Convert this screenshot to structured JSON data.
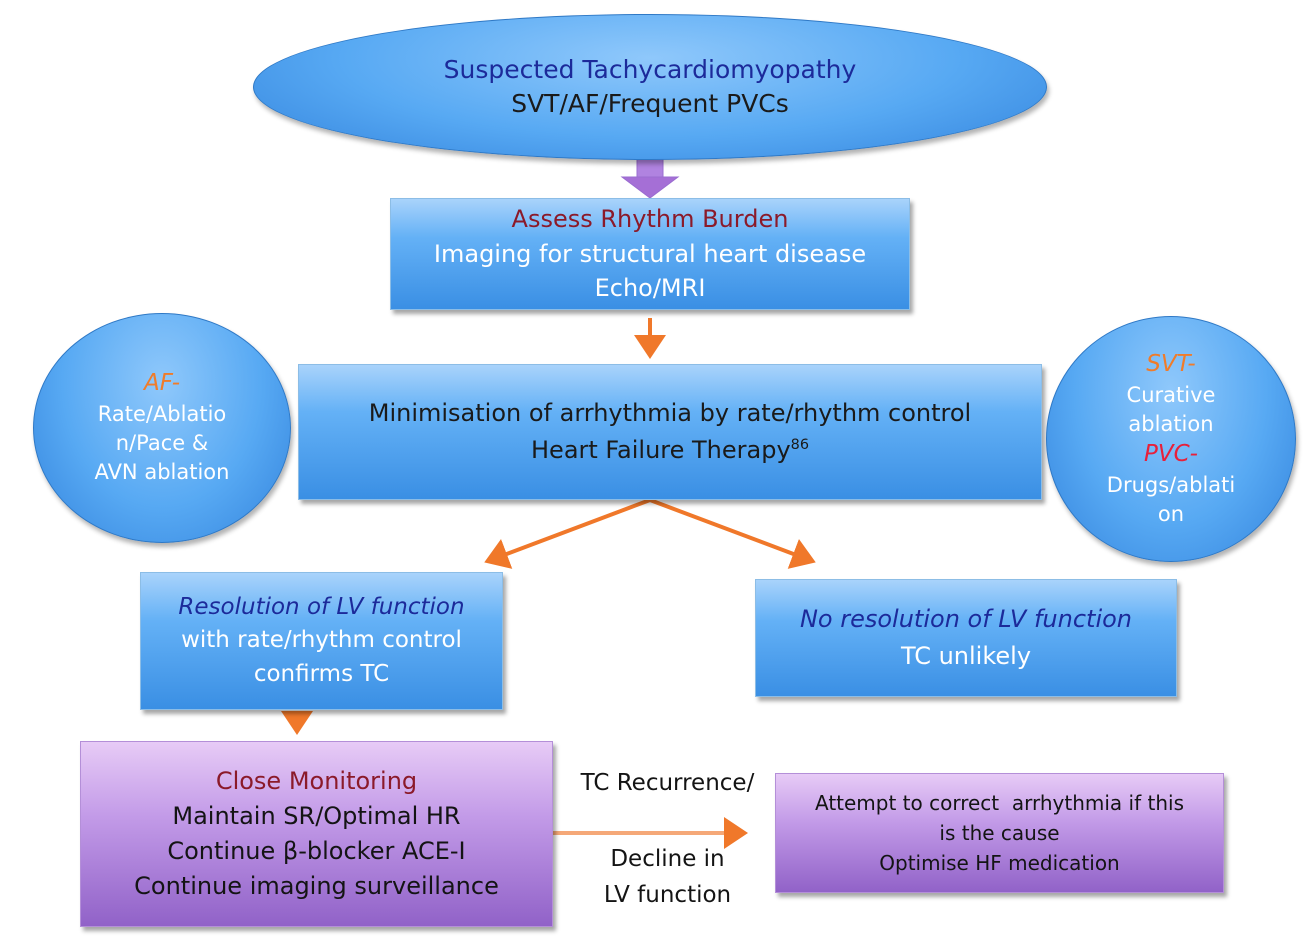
{
  "start": {
    "title": "Suspected Tachycardiomyopathy",
    "subtitle": "SVT/AF/Frequent PVCs"
  },
  "assess": {
    "title": "Assess Rhythm Burden",
    "line1": "Imaging for structural heart disease",
    "line2": "Echo/MRI"
  },
  "minimise": {
    "line1": "Minimisation of arrhythmia by rate/rhythm control",
    "line2": "Heart Failure Therapy",
    "ref": "86"
  },
  "af_circle": {
    "label": "AF-",
    "lines": [
      "Rate/Ablatio",
      "n/Pace &",
      "AVN ablation"
    ]
  },
  "svt_circle": {
    "label1": "SVT-",
    "lines1": [
      "Curative",
      "ablation"
    ],
    "label2": "PVC-",
    "lines2": [
      "Drugs/ablati",
      "on"
    ]
  },
  "resolution": {
    "title": "Resolution of LV function",
    "line1": "with rate/rhythm",
    "line2": "control",
    "line3": "confirms TC"
  },
  "no_resolution": {
    "title": "No resolution of LV function",
    "line1": "TC unlikely"
  },
  "monitoring": {
    "title": "Close Monitoring",
    "line1": "Maintain SR/Optimal HR",
    "line2": "Continue β-blocker ACE-I",
    "line3": "Continue imaging surveillance"
  },
  "recurrence_label": {
    "line1": "TC Recurrence/",
    "line2": "Decline in",
    "line3": "LV function"
  },
  "correct": {
    "line1": "Attempt to correct  arrhythmia if this",
    "line2": "is the cause",
    "line3": "Optimise HF medication"
  },
  "colors": {
    "blue_box": "#4a9eea",
    "purple_box": "#b085dd",
    "orange_arrow": "#f0782a",
    "purple_arrow": "#a56fd6",
    "navy_text": "#1c2a9a",
    "maroon_text": "#8b1a2a"
  }
}
